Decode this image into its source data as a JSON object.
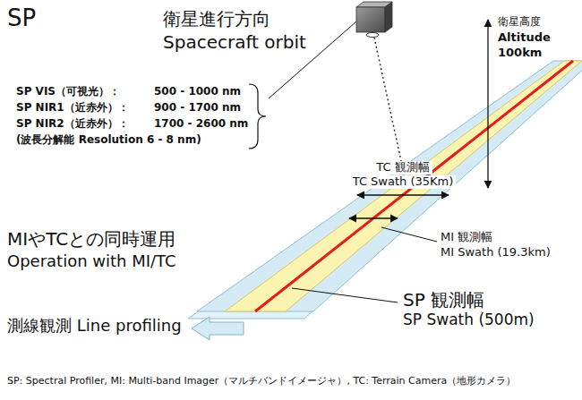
{
  "diagram": {
    "title": "SP",
    "caption": "SP: Spectral Profiler, MI: Multi-band Imager（マルチバンドイメージャ）, TC: Terrain Camera（地形カメラ）",
    "labels": [
      "衛星進行方向",
      "Spacecraft orbit",
      "衛星高度",
      "Altitude",
      "100km",
      "SP VIS（可視光）：",
      "500 - 1000 nm",
      "SP NIR1（近赤外）：",
      "900 - 1700 nm",
      "SP NIR2（近赤外）：",
      "1700 - 2600 nm",
      "(波長分解能 Resolution 6 - 8 nm)",
      "TC 観測幅",
      "TC Swath (35Km)",
      "MIやTCとの同時運用",
      "Operation with MI/TC",
      "MI 観測幅",
      "MI Swath (19.3km)",
      "SP 観測幅",
      "SP Swath (500m)",
      "測線観測 Line profiling"
    ]
  }
}
